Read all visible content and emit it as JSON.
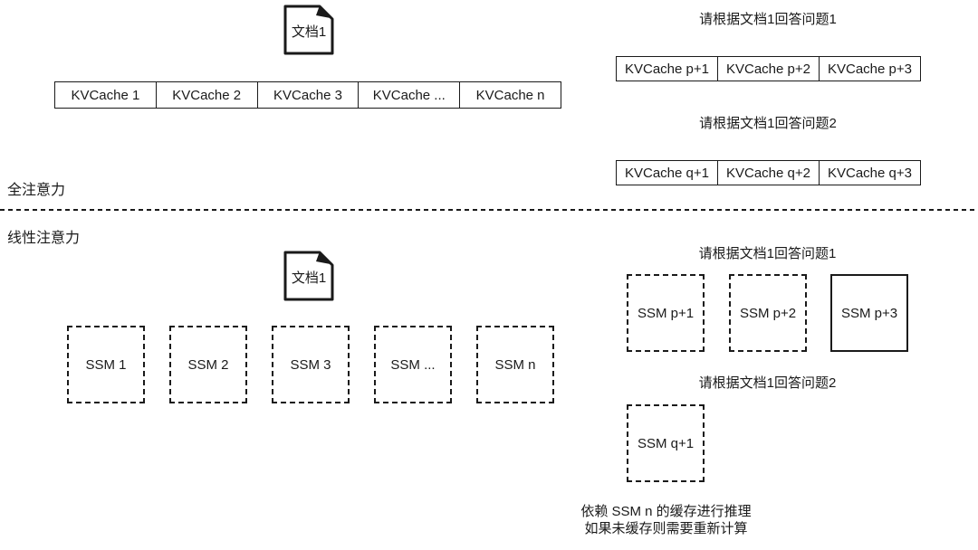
{
  "sections": {
    "full_attention_label": "全注意力",
    "linear_attention_label": "线性注意力"
  },
  "document_icon": {
    "label": "文档1"
  },
  "full_attention": {
    "kvcache_row": [
      "KVCache 1",
      "KVCache 2",
      "KVCache 3",
      "KVCache ...",
      "KVCache n"
    ],
    "question1_prompt": "请根据文档1回答问题1",
    "question1_cells": [
      "KVCache p+1",
      "KVCache p+2",
      "KVCache p+3"
    ],
    "question2_prompt": "请根据文档1回答问题2",
    "question2_cells": [
      "KVCache q+1",
      "KVCache q+2",
      "KVCache q+3"
    ]
  },
  "linear_attention": {
    "ssm_row": [
      "SSM 1",
      "SSM 2",
      "SSM 3",
      "SSM ...",
      "SSM n"
    ],
    "question1_prompt": "请根据文档1回答问题1",
    "question1_boxes": [
      "SSM p+1",
      "SSM p+2",
      "SSM p+3"
    ],
    "question2_prompt": "请根据文档1回答问题2",
    "question2_boxes": [
      "SSM q+1"
    ],
    "caption_line1": "依赖 SSM n 的缓存进行推理",
    "caption_line2": "如果未缓存则需要重新计算"
  },
  "colors": {
    "ink": "#1a1a1a",
    "background": "#ffffff"
  }
}
